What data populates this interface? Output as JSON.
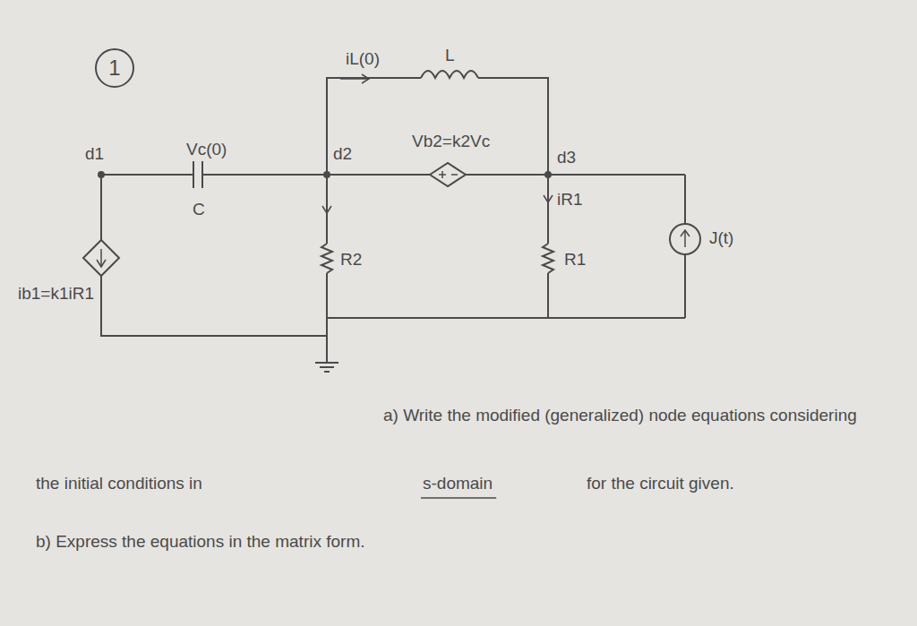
{
  "diagram": {
    "nodes": [
      {
        "text": [
          "1"
        ]
      }
    ],
    "labels": [
      "iL(0)",
      "L",
      "d1",
      "Vc(0)",
      "C",
      "d2",
      "Vb2=k2Vc",
      "d3",
      "iR1",
      "R2",
      "R1",
      "J(t)",
      "ib1=k1iR1",
      "a) Write the modified (generalized) node equations considering",
      "the initial conditions in",
      "s-domain",
      "for the circuit given.",
      "b) Express the equations in the matrix form."
    ]
  }
}
